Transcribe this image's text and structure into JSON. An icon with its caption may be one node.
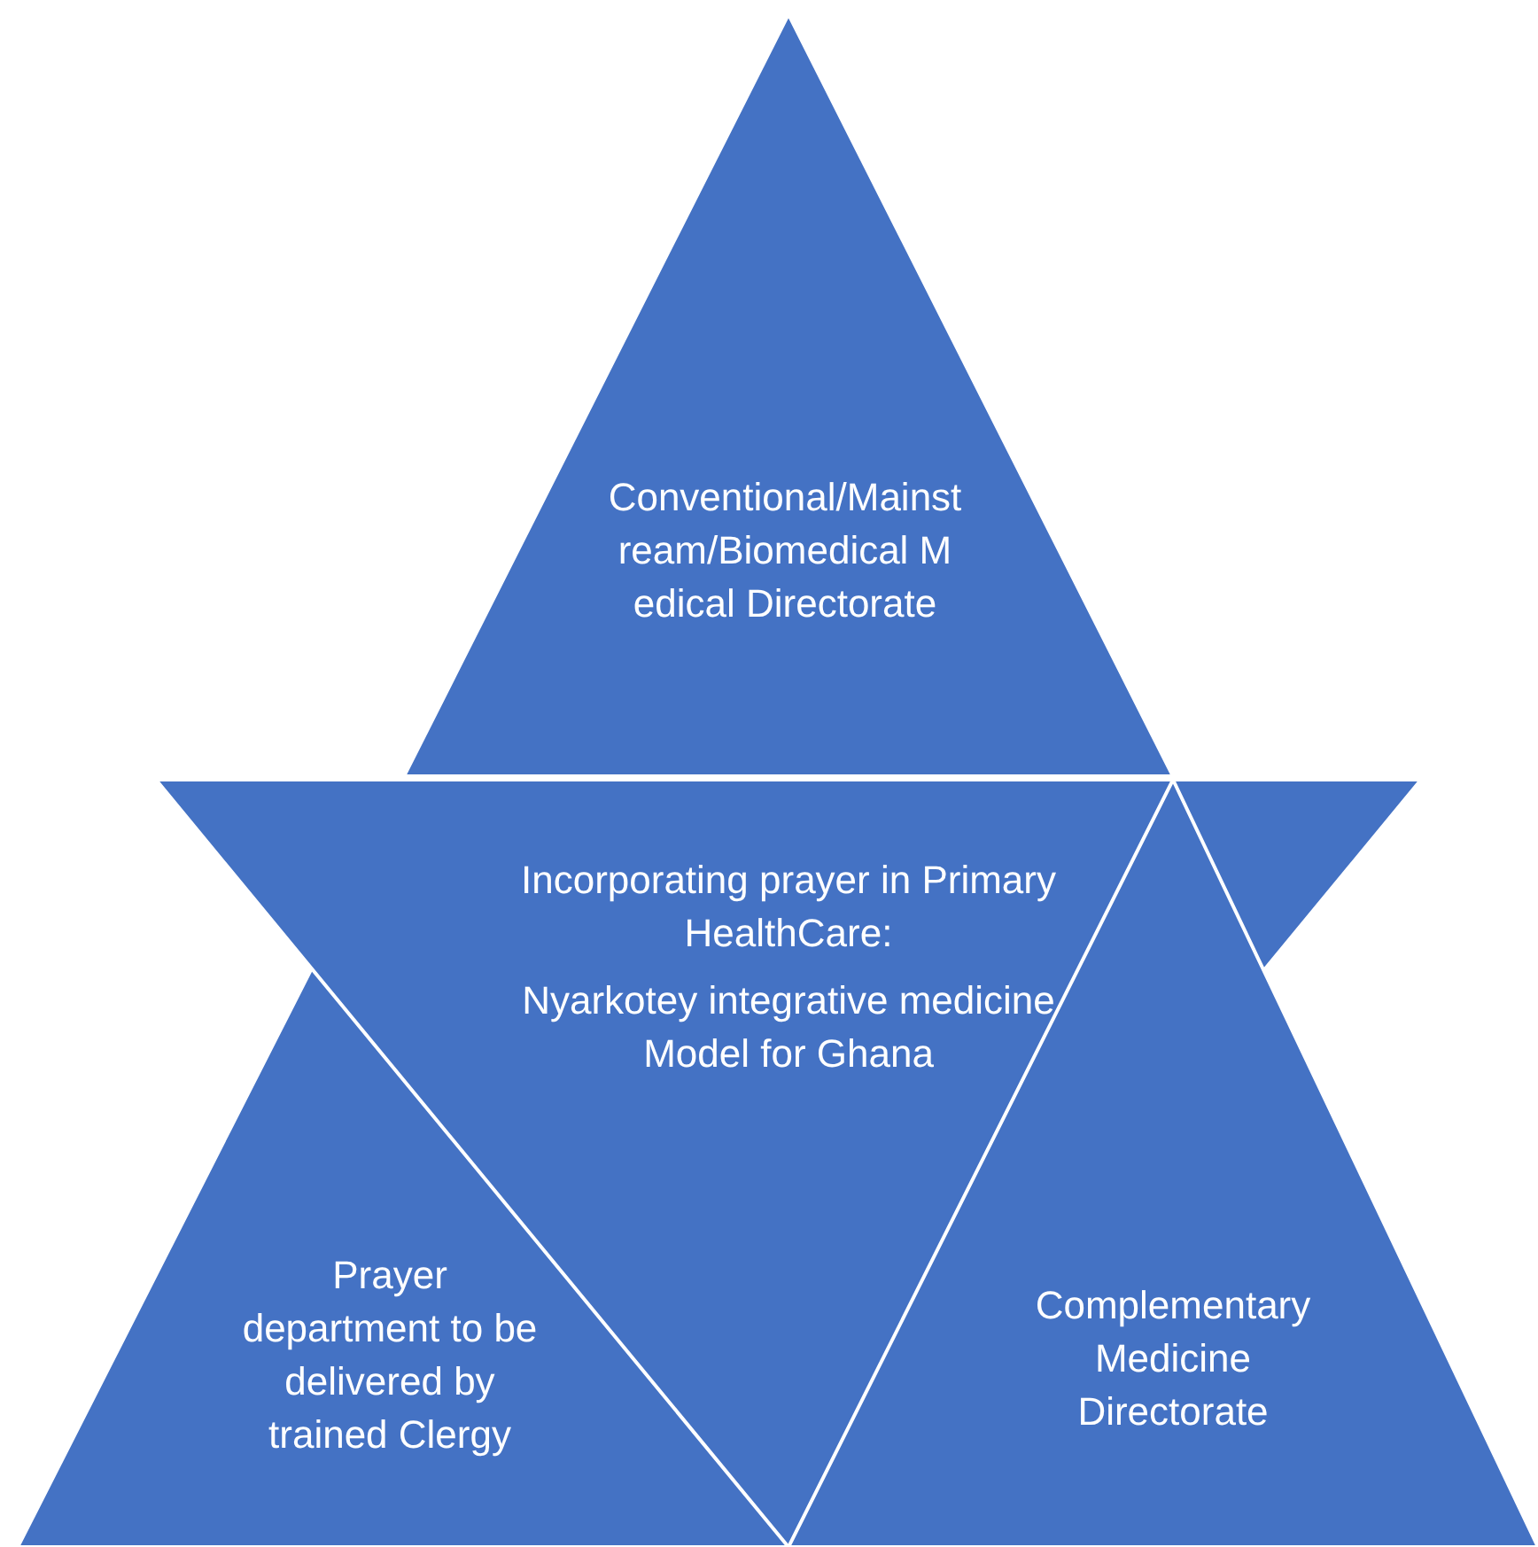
{
  "diagram": {
    "nodes": [
      {
        "text": [
          "Conventional/Mainstream/Biomedical Medical Directorate"
        ]
      },
      {
        "text": [
          "Prayer department to be delivered by trained Clergy"
        ]
      },
      {
        "text": [
          "Incorporating prayer in Primary HealthCare:",
          "Nyarkotey integrative medicine Model for Ghana"
        ]
      },
      {
        "text": [
          "Complementary Medicine Directorate"
        ]
      }
    ]
  }
}
